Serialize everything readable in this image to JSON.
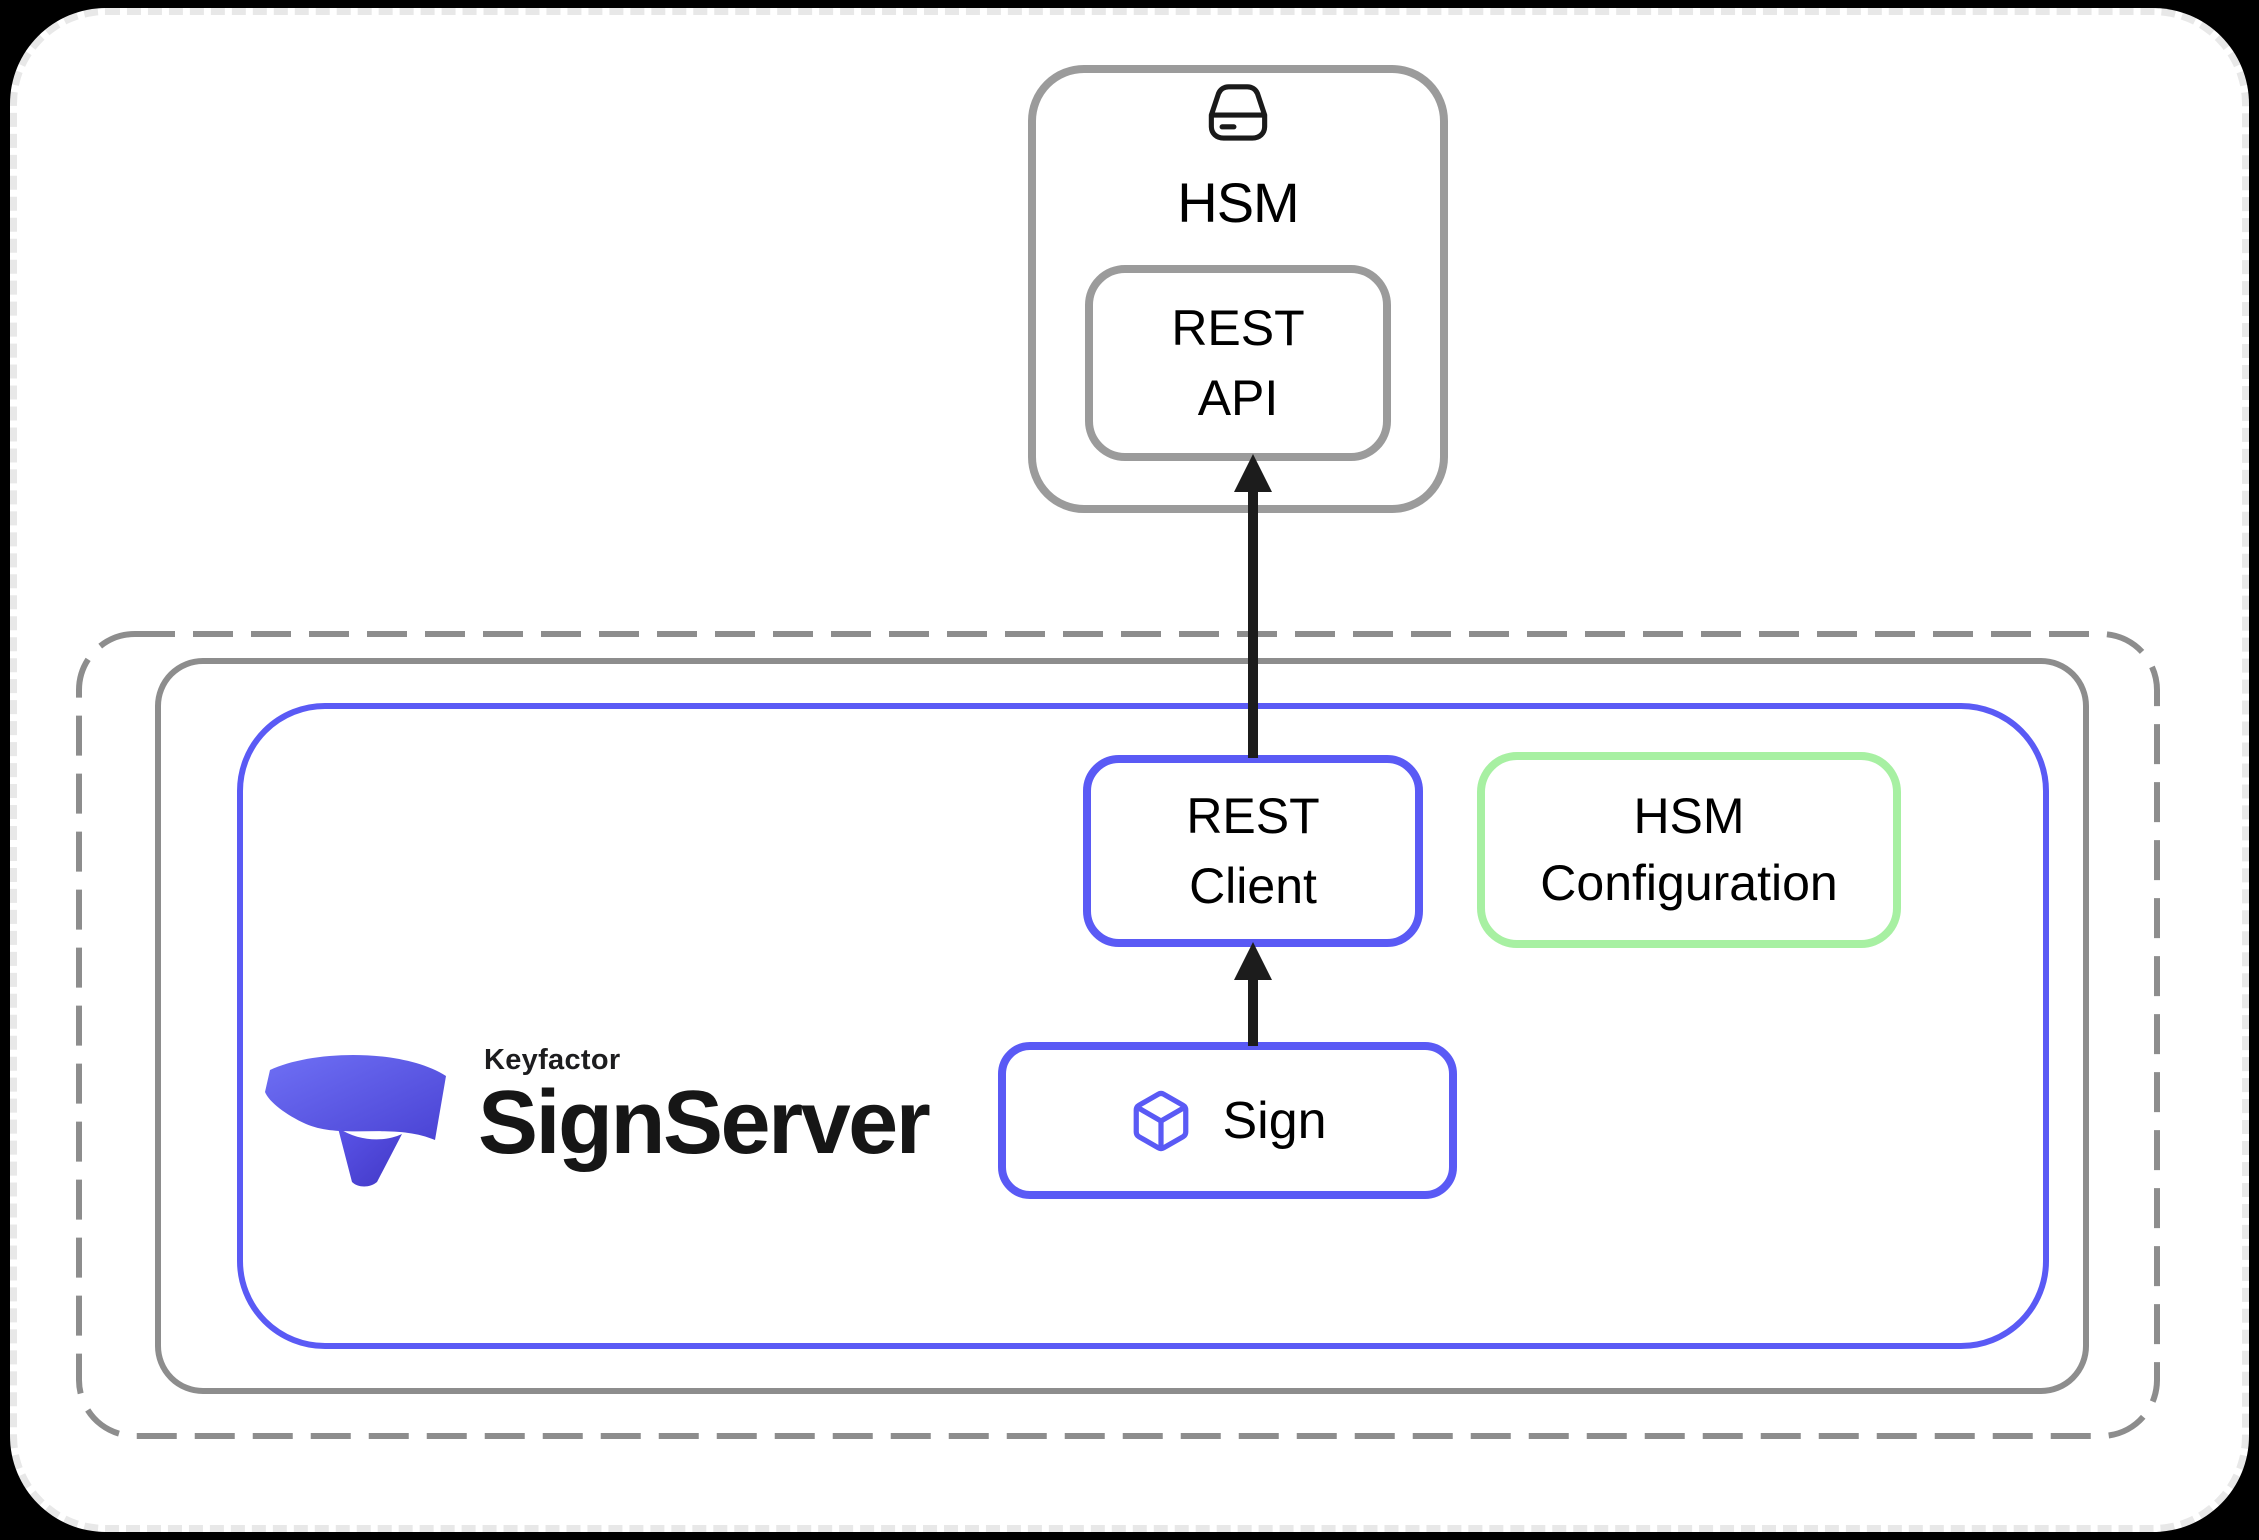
{
  "page": {
    "background": "#000000",
    "card_background": "#ffffff",
    "card_edge_style": "dashed"
  },
  "colors": {
    "accent_blue": "#5a5af5",
    "accent_green": "#a7f0a2",
    "box_gray": "#9b9b9b",
    "container_gray": "#8d8d8d",
    "card_dash_gray": "#e8e8e8",
    "text_black": "#000000",
    "arrow_black": "#1c1c1c",
    "logo_blue_light": "#6f70f5",
    "logo_blue_dark": "#4a43d4"
  },
  "hsm": {
    "title": "HSM",
    "icon": "external-drive-icon",
    "rest_api": {
      "line1": "REST",
      "line2": "API"
    }
  },
  "signserver": {
    "logo": {
      "brand": "Keyfactor",
      "product": "SignServer",
      "mark": "keyfactor-ribbon-icon"
    },
    "rest_client": {
      "line1": "REST",
      "line2": "Client"
    },
    "hsm_configuration": {
      "line1": "HSM",
      "line2": "Configuration"
    },
    "sign": {
      "label": "Sign",
      "icon": "cube-icon"
    }
  },
  "connections": [
    {
      "from": "Sign",
      "to": "REST Client",
      "direction": "up"
    },
    {
      "from": "REST Client",
      "to": "REST API",
      "direction": "up"
    }
  ]
}
